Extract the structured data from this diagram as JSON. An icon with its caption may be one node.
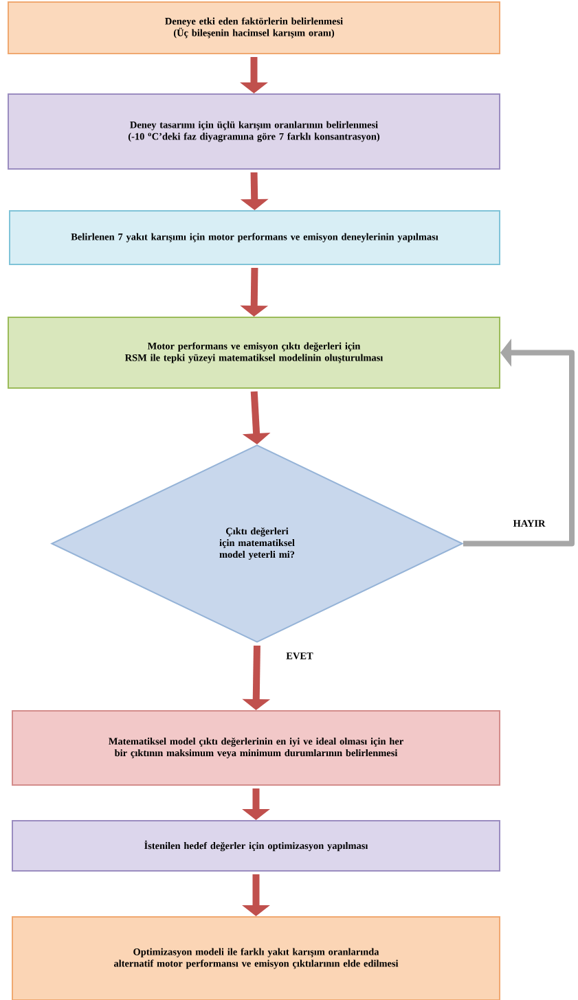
{
  "diagram": {
    "nodes": [
      {
        "text": [
          "Deneye etki eden faktörlerin belirlenmesi",
          "(Üç bileşenin hacimsel karışım oranı)"
        ]
      },
      {
        "text": [
          "Deney tasarımı için üçlü karışım oranlarının belirlenmesi",
          "(-10 $^{o}$C’deki faz diyagramına göre 7 farklı konsantrasyon)"
        ]
      },
      {
        "text": [
          "Belirlenen 7 yakıt karışımı için motor performans ve emisyon deneylerinin yapılması"
        ]
      },
      {
        "text": [
          "Motor performans ve emisyon çıktı değerleri için",
          "RSM ile tepki yüzeyi matematiksel modelinin oluşturulması"
        ]
      },
      {
        "text": [
          "Çıktı değerleri için matematiksel model yeterli mi?"
        ]
      },
      {
        "text": [
          "Matematiksel model çıktı değerlerinin en iyi ve ideal olması için her bir çıktının maksimum veya minimum durumlarının belirlenmesi"
        ]
      },
      {
        "text": [
          "İstenilen hedef değerler için optimizasyon yapılması"
        ]
      },
      {
        "text": [
          "Optimizasyon modeli ile farklı yakıt karışım oranlarında alternatif motor performansı ve emisyon çıktılarının elde edilmesi"
        ]
      }
    ],
    "edges": [
      {
        "from": 0,
        "to": 1,
        "arrow": "to"
      },
      {
        "from": 1,
        "to": 2,
        "arrow": "to"
      },
      {
        "from": 2,
        "to": 3,
        "arrow": "to"
      },
      {
        "from": 3,
        "to": 4,
        "arrow": "to"
      },
      {
        "from": 4,
        "to": 5,
        "arrow": "to",
        "label": "EVET"
      },
      {
        "from": 5,
        "to": 6,
        "arrow": "to"
      },
      {
        "from": 6,
        "to": 7,
        "arrow": "to"
      },
      {
        "from": 4,
        "to": 3,
        "arrow": "to",
        "label": "HAYIR",
        "color": "#a6a6a6"
      }
    ]
  }
}
